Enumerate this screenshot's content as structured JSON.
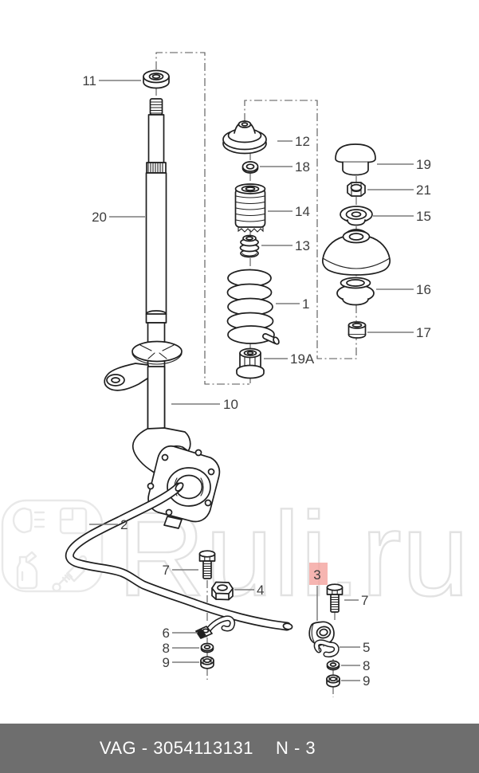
{
  "watermark": {
    "text": "Ruli.ru",
    "logo_icons": [
      "headlight-icon",
      "vents-icon",
      "battery-icon",
      "oil-can-icon",
      "shock-absorber-icon"
    ]
  },
  "footer": {
    "catalog_code": "VAG - 3054113131",
    "page_code": "N - 3"
  },
  "highlight": {
    "part": "3",
    "color": "#f4a39e"
  },
  "colors": {
    "line": "#1f1f1f",
    "leader": "#7c7c7c",
    "label": "#3d3d3d",
    "watermark": "#e2e2e2",
    "footer_bg": "#6e6e6e",
    "footer_text": "#ffffff",
    "highlight": "#f4a39e"
  },
  "callouts": {
    "c11": "11",
    "c20": "20",
    "c12": "12",
    "c18": "18",
    "c14": "14",
    "c13": "13",
    "c1": "1",
    "c19a": "19A",
    "c19": "19",
    "c21": "21",
    "c15": "15",
    "c16": "16",
    "c17": "17",
    "c10": "10",
    "c2": "2",
    "c7_left": "7",
    "c4": "4",
    "c3": "3",
    "c7_right": "7",
    "c5": "5",
    "c6": "6",
    "c8_left": "8",
    "c9_left": "9",
    "c8_right": "8",
    "c9_right": "9"
  }
}
